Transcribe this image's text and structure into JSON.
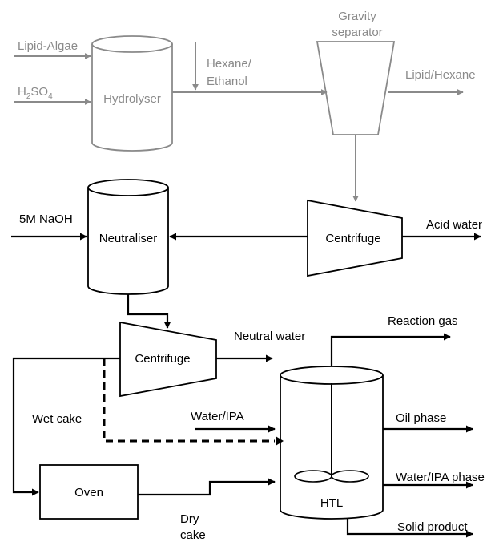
{
  "colors": {
    "grey": "#8a8a8a",
    "black": "#000000"
  },
  "units": {
    "hydrolyser": "Hydrolyser",
    "gravity_separator_line1": "Gravity",
    "gravity_separator_line2": "separator",
    "neutraliser": "Neutraliser",
    "centrifuge_1": "Centrifuge",
    "centrifuge_2": "Centrifuge",
    "oven": "Oven",
    "htl": "HTL"
  },
  "streams": {
    "lipid_algae": "Lipid-Algae",
    "h2so4_main": "H",
    "h2so4_sub1": "2",
    "h2so4_mid": "SO",
    "h2so4_sub2": "4",
    "hexane_ethanol_line1": "Hexane/",
    "hexane_ethanol_line2": "Ethanol",
    "lipid_hexane": "Lipid/Hexane",
    "naoh": "5M NaOH",
    "acid_water": "Acid water",
    "neutral_water": "Neutral water",
    "reaction_gas": "Reaction gas",
    "wet_cake": "Wet cake",
    "water_ipa": "Water/IPA",
    "oil_phase": "Oil phase",
    "water_ipa_phase": "Water/IPA phase",
    "dry_cake_line1": "Dry",
    "dry_cake_line2": "cake",
    "solid_product": "Solid product"
  }
}
